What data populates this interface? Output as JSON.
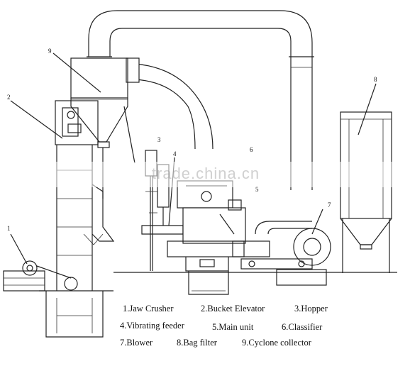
{
  "callouts": [
    "1",
    "2",
    "3",
    "4",
    "5",
    "6",
    "7",
    "8",
    "9"
  ],
  "legend": [
    {
      "id": "1",
      "text": "1.Jaw Crusher"
    },
    {
      "id": "2",
      "text": "2.Bucket Elevator"
    },
    {
      "id": "3",
      "text": "3.Hopper"
    },
    {
      "id": "4",
      "text": "4.Vibrating feeder"
    },
    {
      "id": "5",
      "text": "5.Main unit"
    },
    {
      "id": "6",
      "text": "6.Classifier"
    },
    {
      "id": "7",
      "text": "7.Blower"
    },
    {
      "id": "8",
      "text": "8.Bag filter"
    },
    {
      "id": "9",
      "text": "9.Cyclone collector"
    }
  ],
  "watermark": "trade.china.cn"
}
